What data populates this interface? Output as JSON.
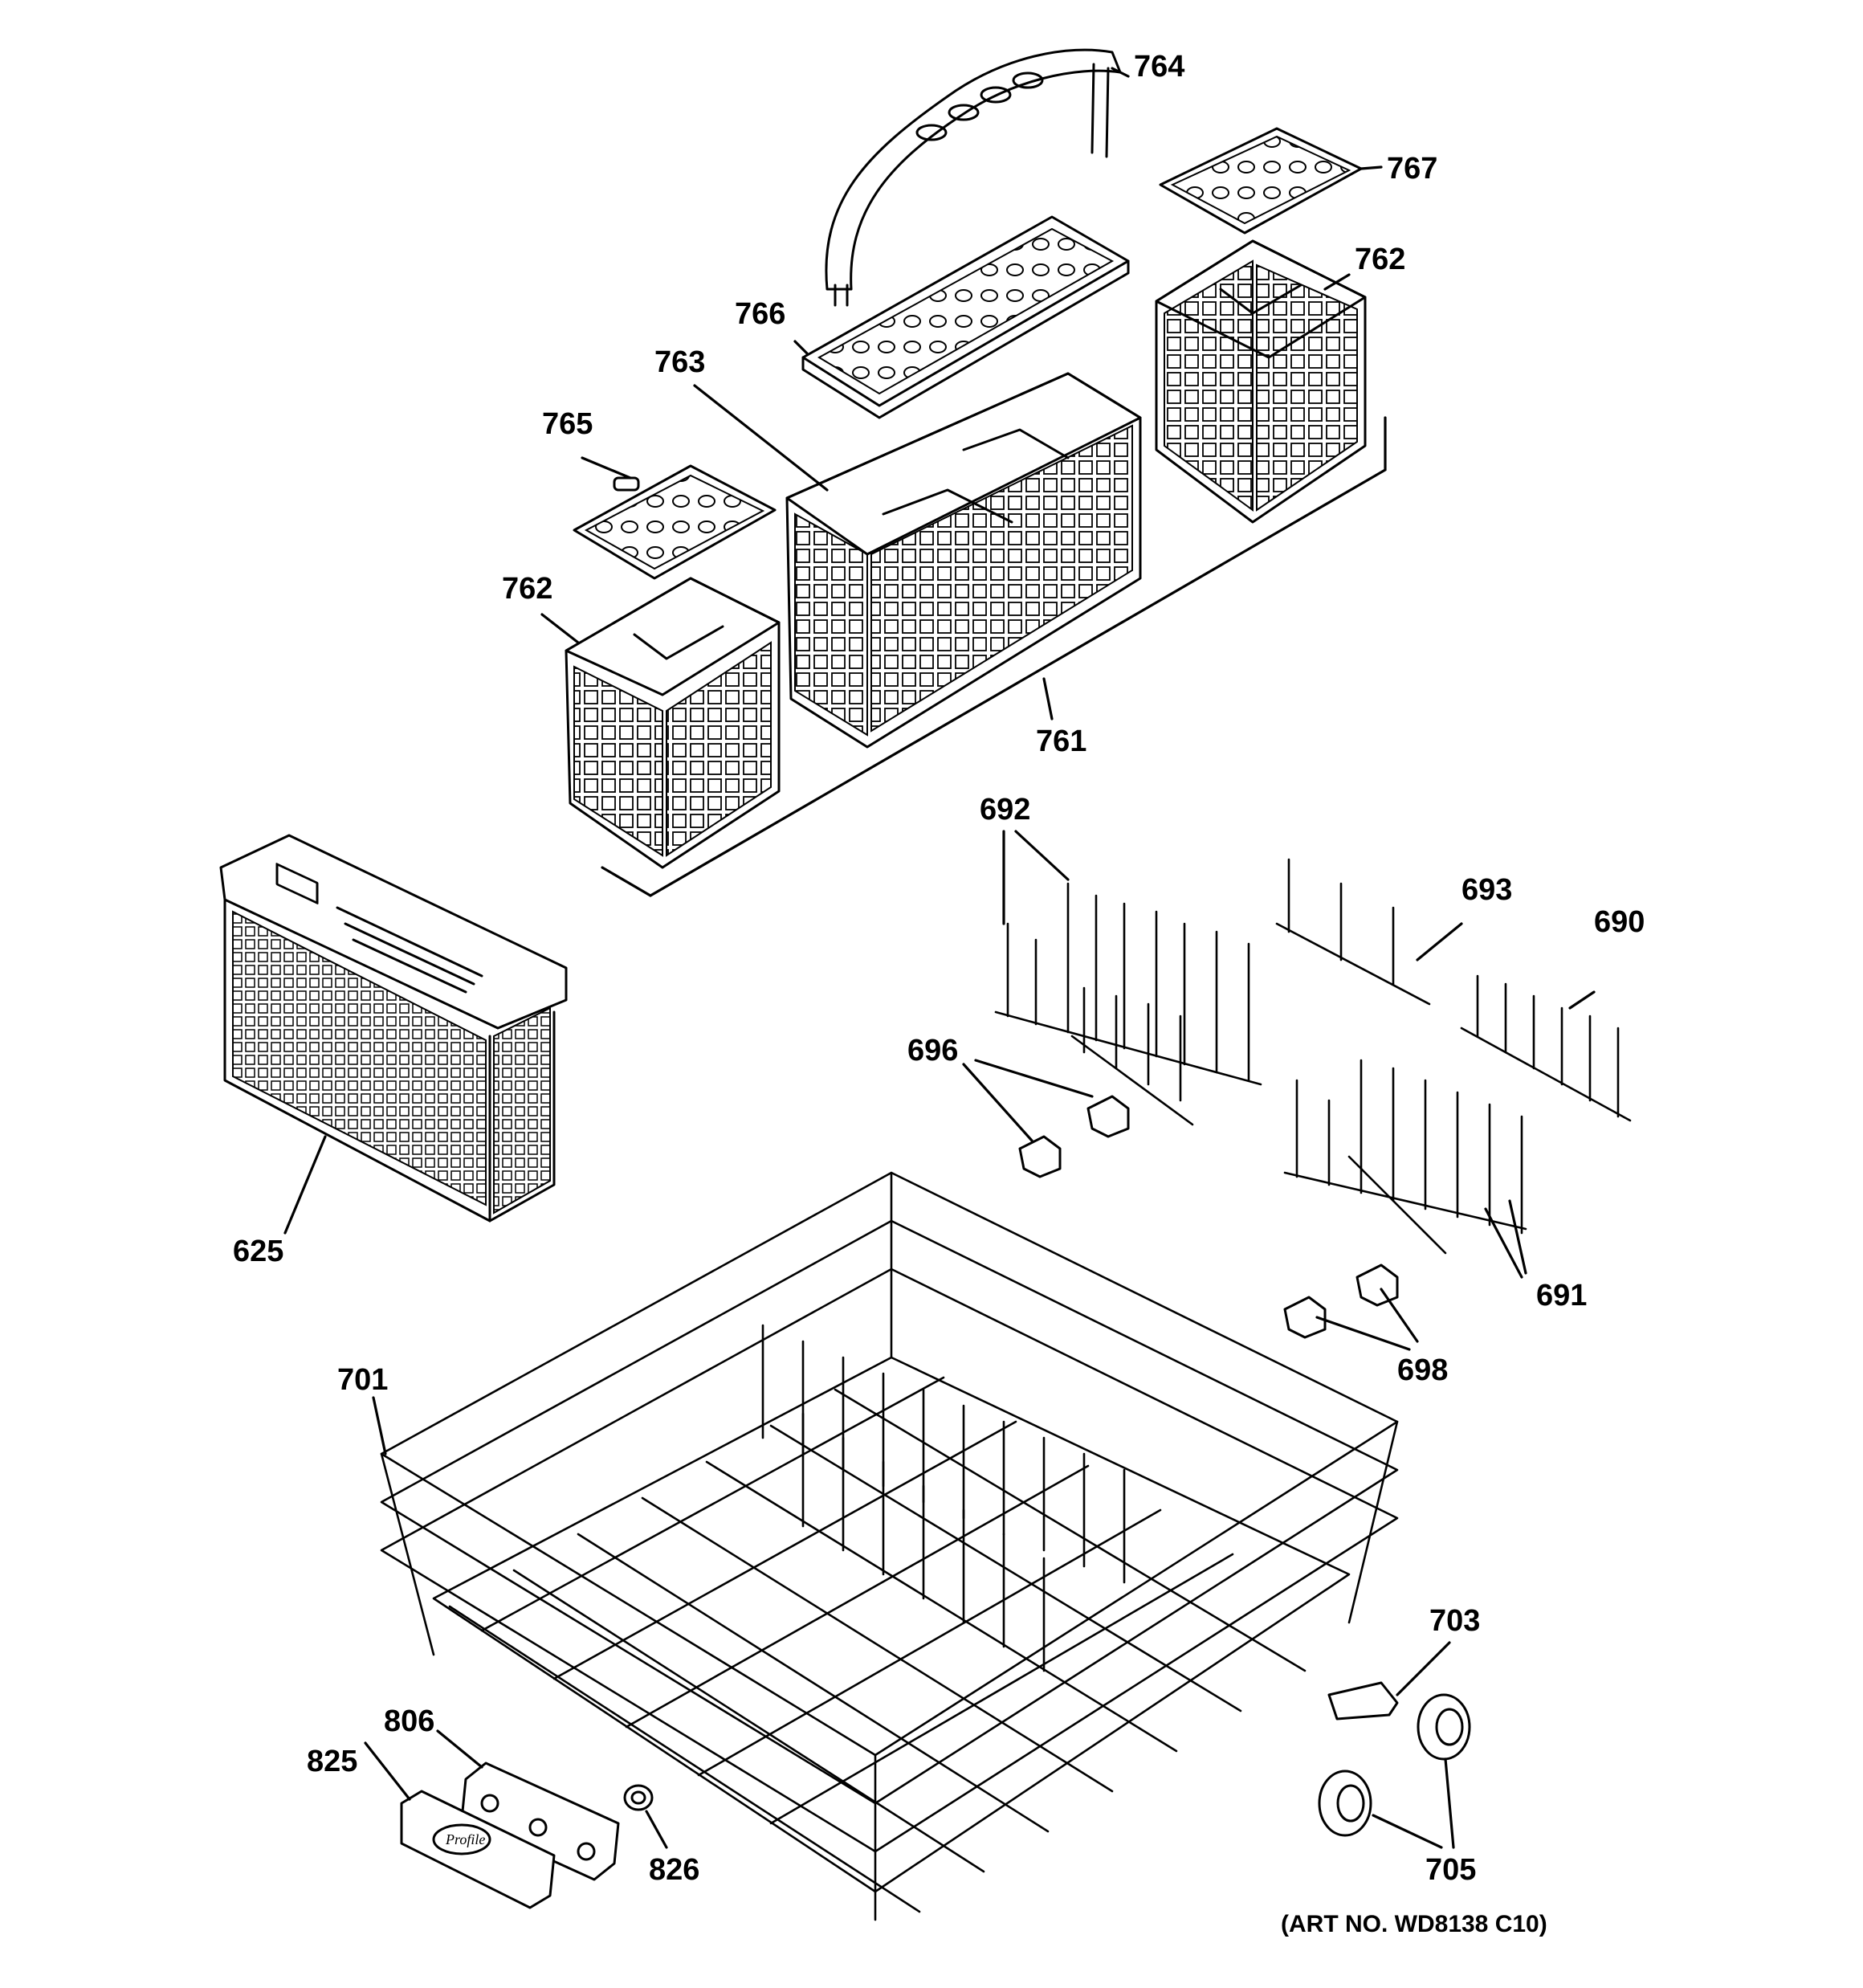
{
  "callouts": {
    "c764": "764",
    "c767": "767",
    "c762a": "762",
    "c766": "766",
    "c763": "763",
    "c765": "765",
    "c762b": "762",
    "c761": "761",
    "c692": "692",
    "c693": "693",
    "c690": "690",
    "c696": "696",
    "c625": "625",
    "c691": "691",
    "c698": "698",
    "c701": "701",
    "c703": "703",
    "c806": "806",
    "c825": "825",
    "c826": "826",
    "c705": "705"
  },
  "art_number": "(ART NO. WD8138 C10)",
  "brand_mark": "Profile"
}
